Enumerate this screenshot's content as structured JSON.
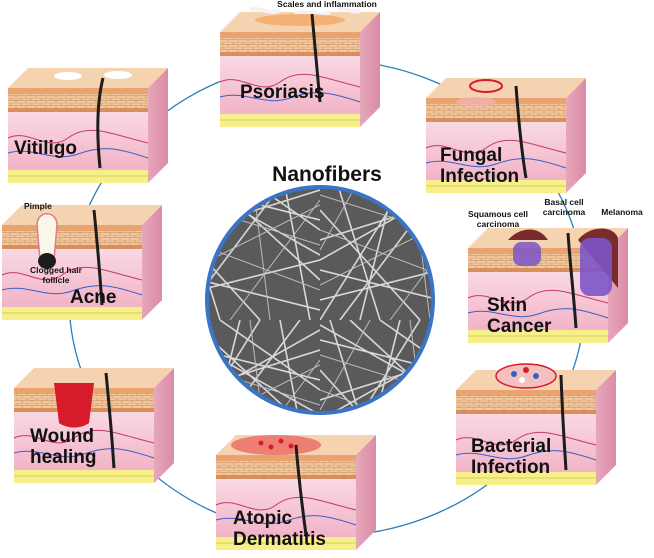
{
  "center": {
    "title": "Nanofibers"
  },
  "conditions": [
    {
      "key": "psoriasis",
      "label": "Psoriasis",
      "note": "Scales and inflammation"
    },
    {
      "key": "fungal",
      "label_lines": [
        "Fungal",
        "Infection"
      ]
    },
    {
      "key": "skin_cancer",
      "label_lines": [
        "Skin",
        "Cancer"
      ],
      "notes": {
        "squamous": [
          "Squamous cell",
          "carcinoma"
        ],
        "basal": [
          "Basal cell",
          "carcinoma"
        ],
        "melanoma": "Melanoma"
      }
    },
    {
      "key": "bacterial",
      "label_lines": [
        "Bacterial",
        "Infection"
      ]
    },
    {
      "key": "atopic",
      "label_lines": [
        "Atopic",
        "Dermatitis"
      ]
    },
    {
      "key": "wound",
      "label_lines": [
        "Wound",
        "healing"
      ]
    },
    {
      "key": "acne",
      "label": "Acne",
      "notes": {
        "pimple": "Pimple",
        "follicle": [
          "Clogged hair",
          "follicle"
        ]
      }
    },
    {
      "key": "vitiligo",
      "label": "Vitiligo"
    }
  ],
  "colors": {
    "connector": "#2b7fb8",
    "ring": "#3b74c4",
    "epidermis": "#f3c99a",
    "dermis": "#f4c8d6",
    "fat": "#f7ef8a",
    "hair": "#1c1c1c",
    "lesion_red": "#d61c2b"
  }
}
